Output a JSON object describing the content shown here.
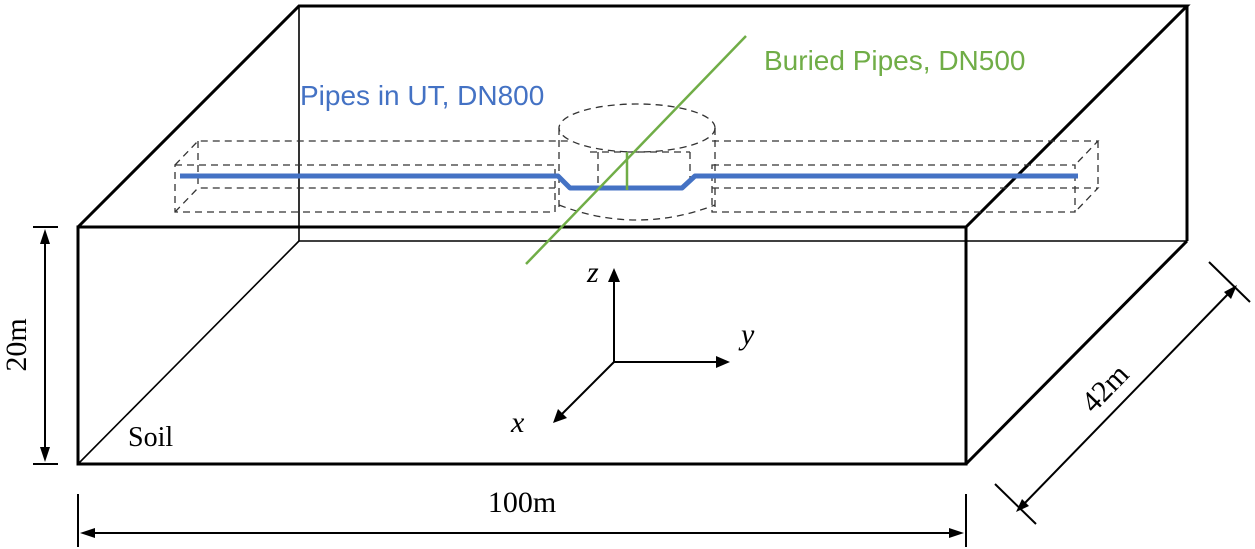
{
  "labels": {
    "buried_pipes": "Buried Pipes, DN500",
    "pipes_ut": "Pipes in UT, DN800",
    "soil": "Soil",
    "height": "20m",
    "length": "100m",
    "depth": "42m",
    "axis_x": "x",
    "axis_y": "y",
    "axis_z": "z"
  },
  "colors": {
    "outline": "#000000",
    "ut_pipe": "#4472C4",
    "buried_pipe": "#70AD47",
    "tunnel_dashed": "#333333"
  }
}
